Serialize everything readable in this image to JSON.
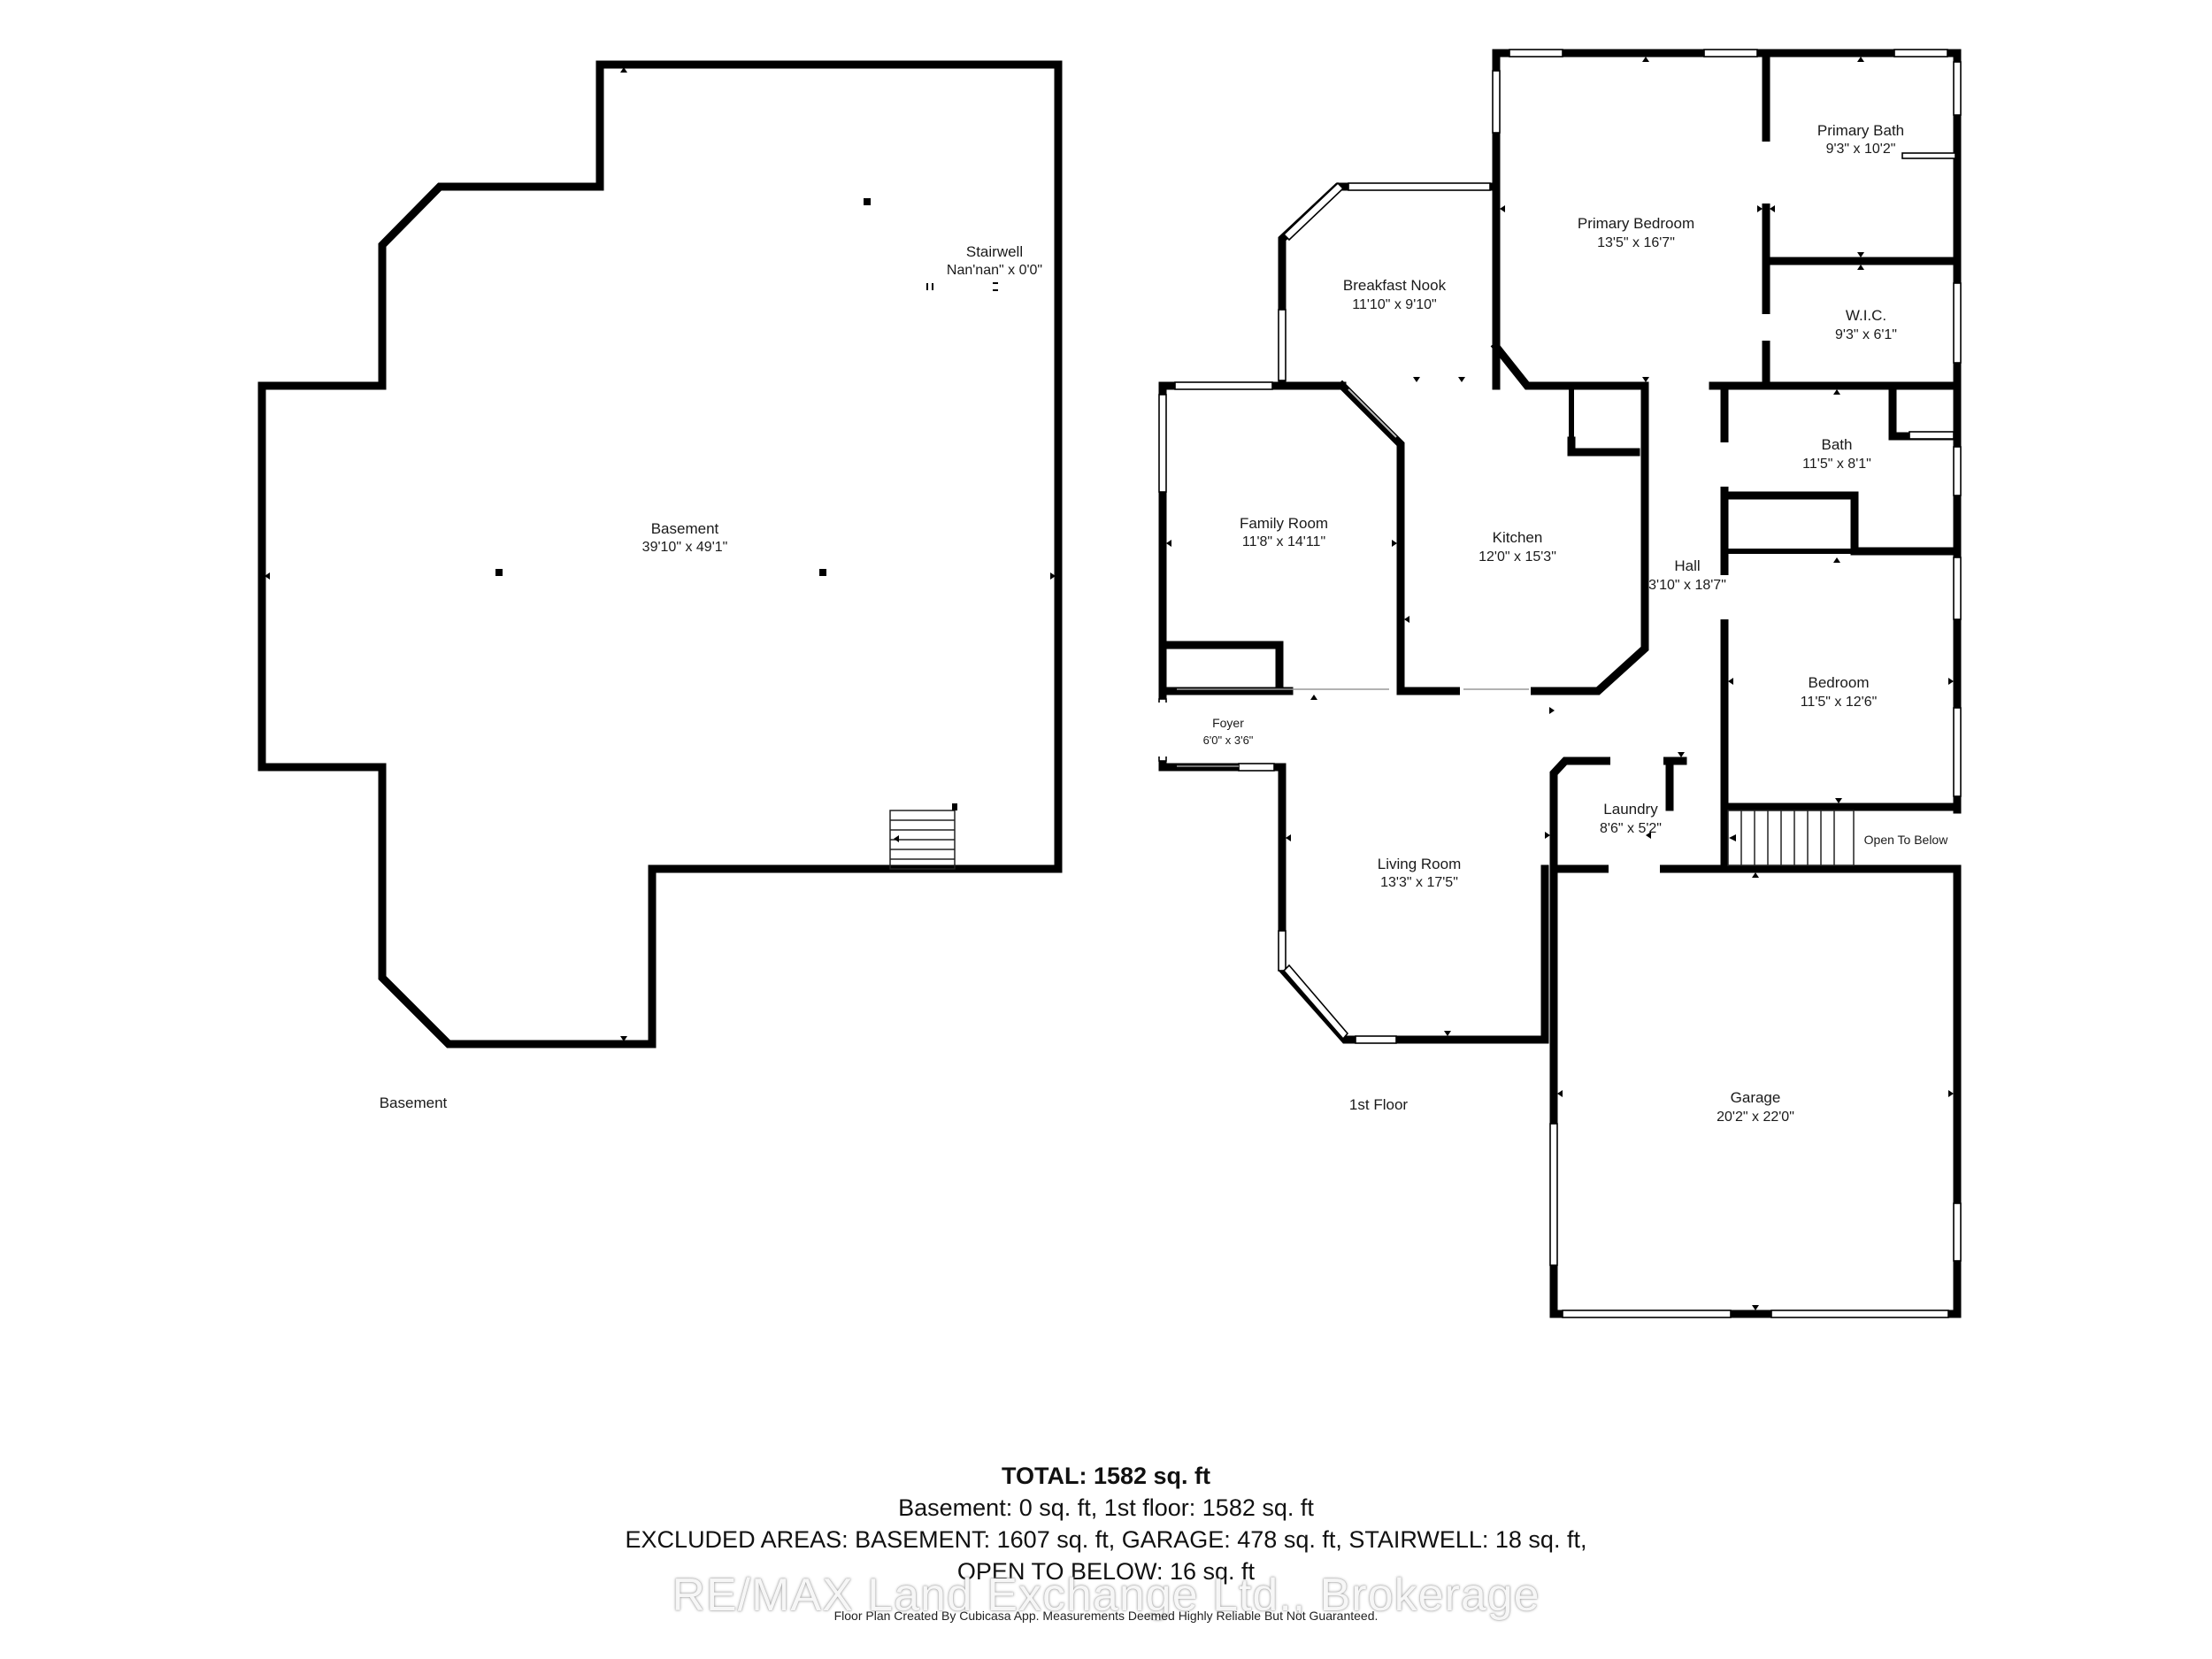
{
  "floors": [
    {
      "label": "Basement",
      "rooms": [
        {
          "name": "Basement",
          "dims": "39'10\" x 49'1\""
        },
        {
          "name": "Stairwell",
          "dims": "Nan'nan\" x 0'0\""
        }
      ]
    },
    {
      "label": "1st Floor",
      "rooms": [
        {
          "name": "Breakfast Nook",
          "dims": "11'10\" x 9'10\""
        },
        {
          "name": "Primary Bedroom",
          "dims": "13'5\" x 16'7\""
        },
        {
          "name": "Primary Bath",
          "dims": "9'3\" x 10'2\""
        },
        {
          "name": "W.I.C.",
          "dims": "9'3\" x 6'1\""
        },
        {
          "name": "Bath",
          "dims": "11'5\" x 8'1\""
        },
        {
          "name": "Family Room",
          "dims": "11'8\" x 14'11\""
        },
        {
          "name": "Kitchen",
          "dims": "12'0\" x 15'3\""
        },
        {
          "name": "Hall",
          "dims": "3'10\" x 18'7\""
        },
        {
          "name": "Bedroom",
          "dims": "11'5\" x 12'6\""
        },
        {
          "name": "Foyer",
          "dims": "6'0\" x 3'6\""
        },
        {
          "name": "Laundry",
          "dims": "8'6\" x 5'2\""
        },
        {
          "name": "Open To Below",
          "dims": ""
        },
        {
          "name": "Living Room",
          "dims": "13'3\" x 17'5\""
        },
        {
          "name": "Garage",
          "dims": "20'2\" x 22'0\""
        }
      ]
    }
  ],
  "summary": {
    "total": "TOTAL: 1582 sq. ft",
    "floors_line": "Basement: 0 sq. ft, 1st floor: 1582 sq. ft",
    "excluded_line": "EXCLUDED AREAS: BASEMENT: 1607 sq. ft, GARAGE: 478 sq. ft, STAIRWELL: 18 sq. ft,",
    "open_line": "OPEN TO BELOW: 16 sq. ft"
  },
  "watermark": "RE/MAX Land Exchange Ltd., Brokerage",
  "credit": "Floor Plan Created By Cubicasa App. Measurements Deemed Highly Reliable But Not Guaranteed."
}
